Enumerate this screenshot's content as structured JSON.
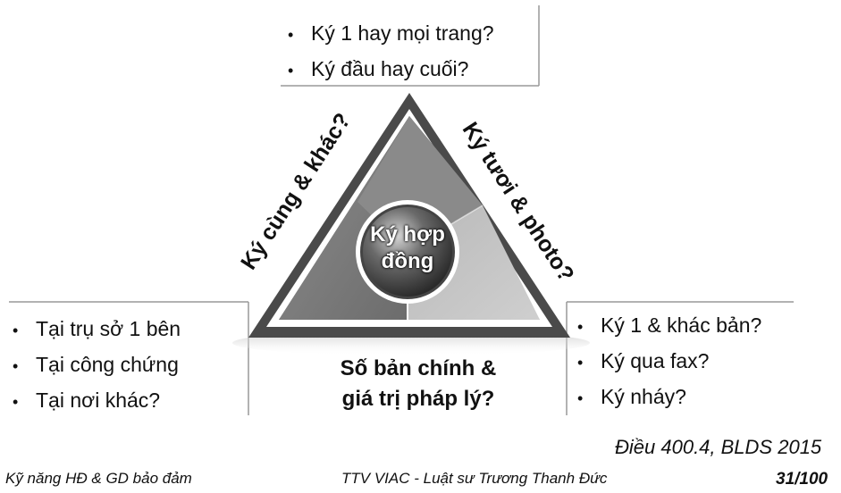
{
  "top_box": {
    "items": [
      "Ký 1 hay mọi trang?",
      "Ký đầu hay cuối?"
    ]
  },
  "left_box": {
    "items": [
      "Tại trụ sở 1 bên",
      "Tại công chứng",
      "Tại nơi khác?"
    ]
  },
  "right_box": {
    "items": [
      "Ký 1 & khác bản?",
      "Ký qua fax?",
      "Ký nháy?"
    ]
  },
  "triangle": {
    "center": "Ký hợp đồng",
    "left_side": "Ký cùng & khác?",
    "right_side": "Ký tươi & photo?",
    "bottom_line1": "Số bản chính &",
    "bottom_line2": "giá trị pháp lý?"
  },
  "footer": {
    "reference": "Điều 400.4, BLDS 2015",
    "left": "Kỹ năng HĐ & GD bảo đảm",
    "center": "TTV VIAC - Luật sư Trương Thanh Đức",
    "page": "31/100"
  }
}
